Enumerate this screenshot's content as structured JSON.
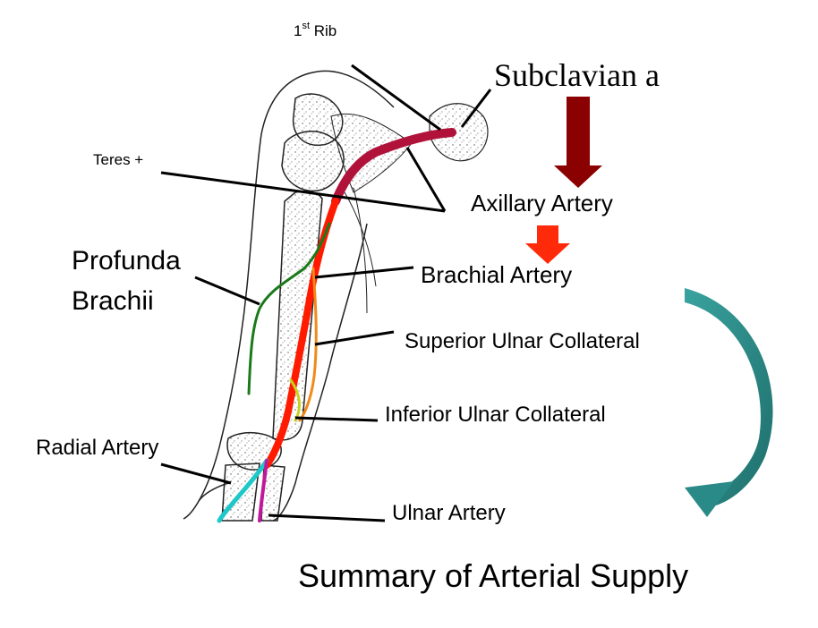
{
  "labels": {
    "first_rib_num": "1",
    "first_rib_sup": "st",
    "first_rib_word": " Rib",
    "subclavian": "Subclavian a",
    "teres": "Teres +",
    "axillary": "Axillary Artery",
    "profunda_line1": "Profunda",
    "profunda_line2": "Brachii",
    "brachial": "Brachial Artery",
    "superior_ulnar": "Superior Ulnar Collateral",
    "inferior_ulnar": "Inferior Ulnar Collateral",
    "radial": "Radial Artery",
    "ulnar": "Ulnar Artery",
    "title": "Summary of Arterial Supply"
  },
  "colors": {
    "subclavian_axillary": "#b0123a",
    "brachial": "#ff1a00",
    "profunda": "#1a7a1a",
    "superior_ulnar": "#f08a1a",
    "inferior_ulnar": "#c8d020",
    "radial": "#1ec8c8",
    "ulnar": "#c0189a",
    "arrow_dark": "#8b0000",
    "arrow_red": "#ff2a0a",
    "curved_arrow": "#2a8a88"
  }
}
